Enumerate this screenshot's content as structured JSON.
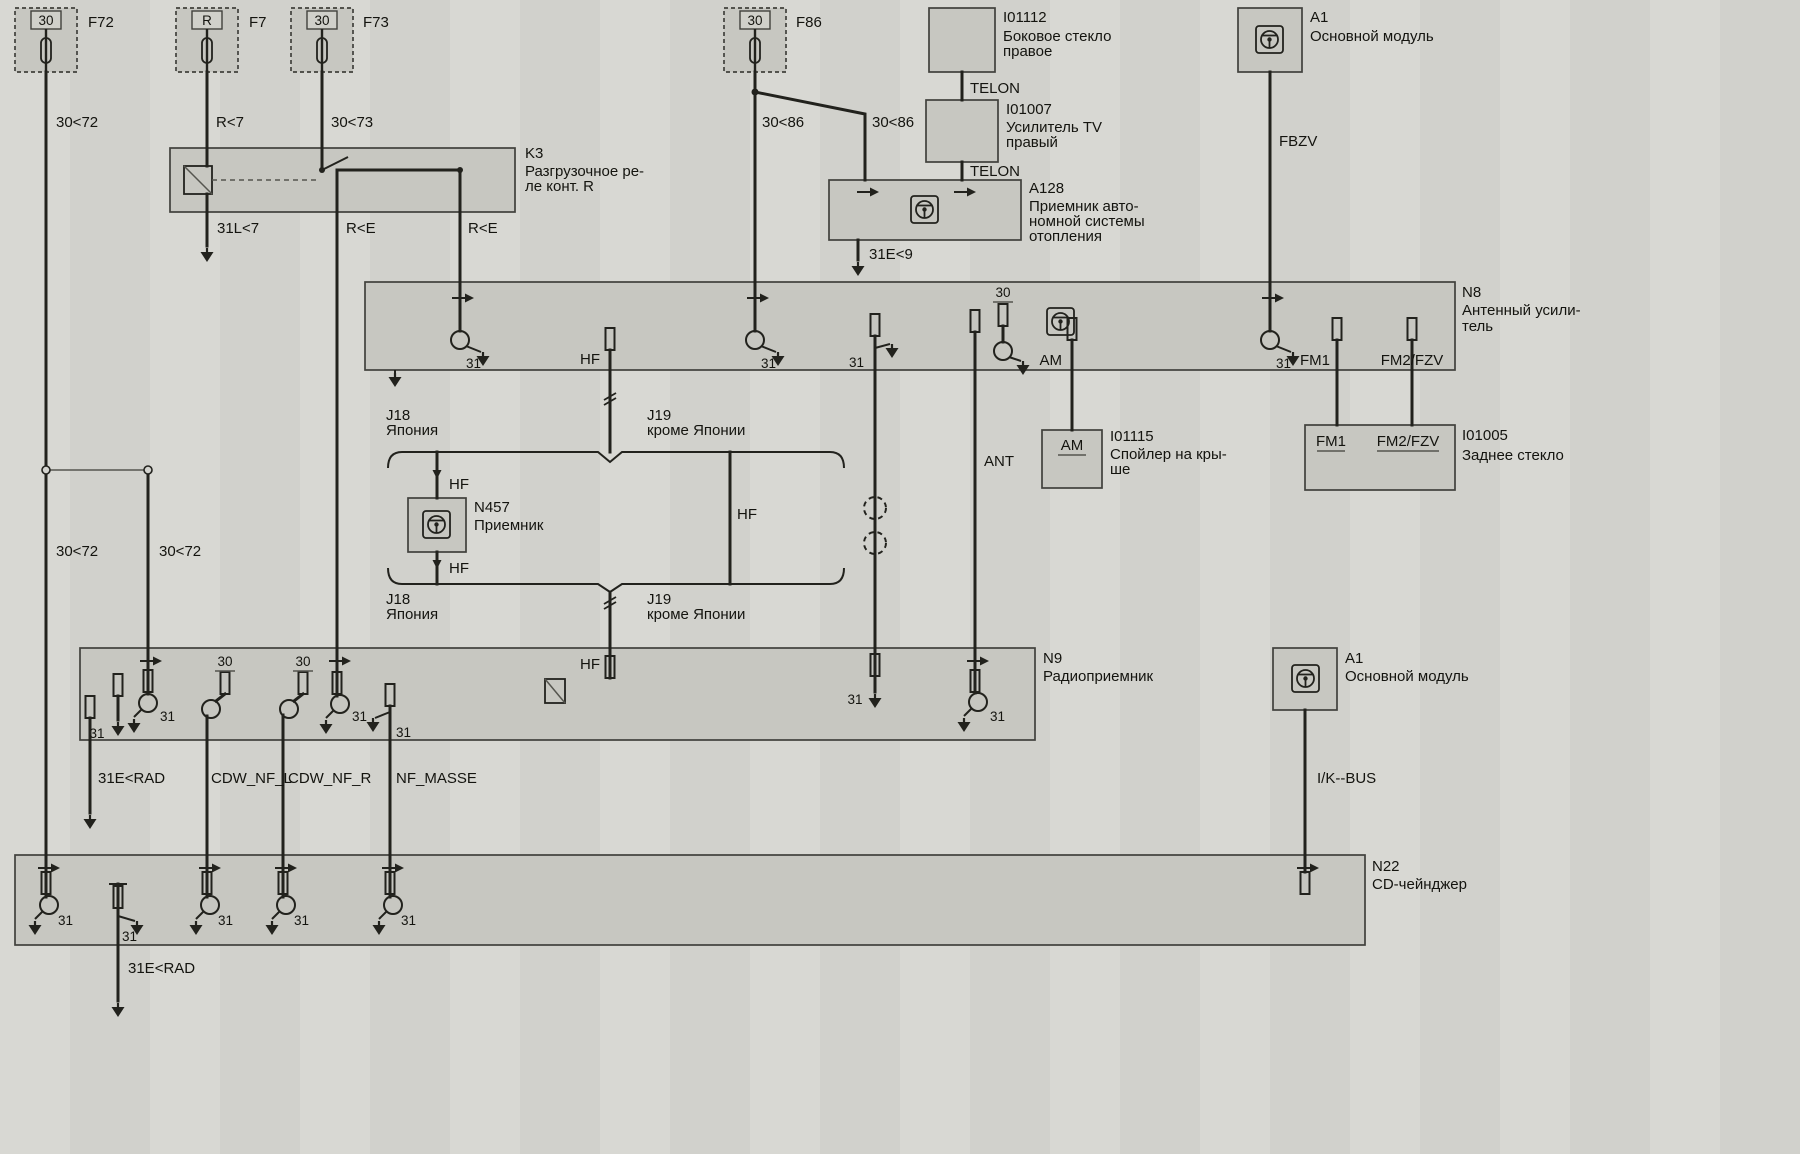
{
  "page": {
    "background": "#d6d6d1",
    "line_color": "#22221d",
    "box_fill": "#c7c7c1"
  },
  "fuses": [
    {
      "pin": "30",
      "id": "F72"
    },
    {
      "pin": "R",
      "id": "F7"
    },
    {
      "pin": "30",
      "id": "F73"
    },
    {
      "pin": "30",
      "id": "F86"
    }
  ],
  "components": {
    "i01112": {
      "id": "I01112",
      "line1": "Боковое стекло",
      "line2": "правое"
    },
    "i01007": {
      "id": "I01007",
      "line1": "Усилитель TV",
      "line2": "правый"
    },
    "a128": {
      "id": "A128",
      "line1": "Приемник авто-",
      "line2": "номной системы",
      "line3": "отопления"
    },
    "a1_top": {
      "id": "A1",
      "line1": "Основной модуль"
    },
    "k3": {
      "id": "K3",
      "line1": "Разгрузочное ре-",
      "line2": "ле конт. R"
    },
    "n8": {
      "id": "N8",
      "line1": "Антенный усили-",
      "line2": "тель"
    },
    "n457": {
      "id": "N457",
      "line1": "Приемник"
    },
    "i01115": {
      "id": "I01115",
      "line1": "Спойлер на кры-",
      "line2": "ше",
      "pin": "AM"
    },
    "i01005": {
      "id": "I01005",
      "line1": "Заднее стекло",
      "pin1": "FM1",
      "pin2": "FM2/FZV"
    },
    "n9": {
      "id": "N9",
      "line1": "Радиоприемник"
    },
    "a1_bottom": {
      "id": "A1",
      "line1": "Основной модуль"
    },
    "n22": {
      "id": "N22",
      "line1": "CD-чейнджер"
    }
  },
  "signals": {
    "w30_72": "30<72",
    "r7": "R<7",
    "w30_73": "30<73",
    "w30_86": "30<86",
    "w31l7": "31L<7",
    "re": "R<E",
    "telon": "TELON",
    "w31e9": "31E<9",
    "fbzv": "FBZV",
    "hf": "HF",
    "ant": "ANT",
    "am": "AM",
    "fm1": "FM1",
    "fm2": "FM2/FZV",
    "t30": "30",
    "t31": "31",
    "j18": "J18",
    "japan": "Япония",
    "j19": "J19",
    "except_japan": "кроме Японии",
    "w31e_rad": "31E<RAD",
    "cdw_nf_l": "CDW_NF_L",
    "cdw_nf_r": "CDW_NF_R",
    "nf_masse": "NF_MASSE",
    "ik_bus": "I/K--BUS"
  }
}
